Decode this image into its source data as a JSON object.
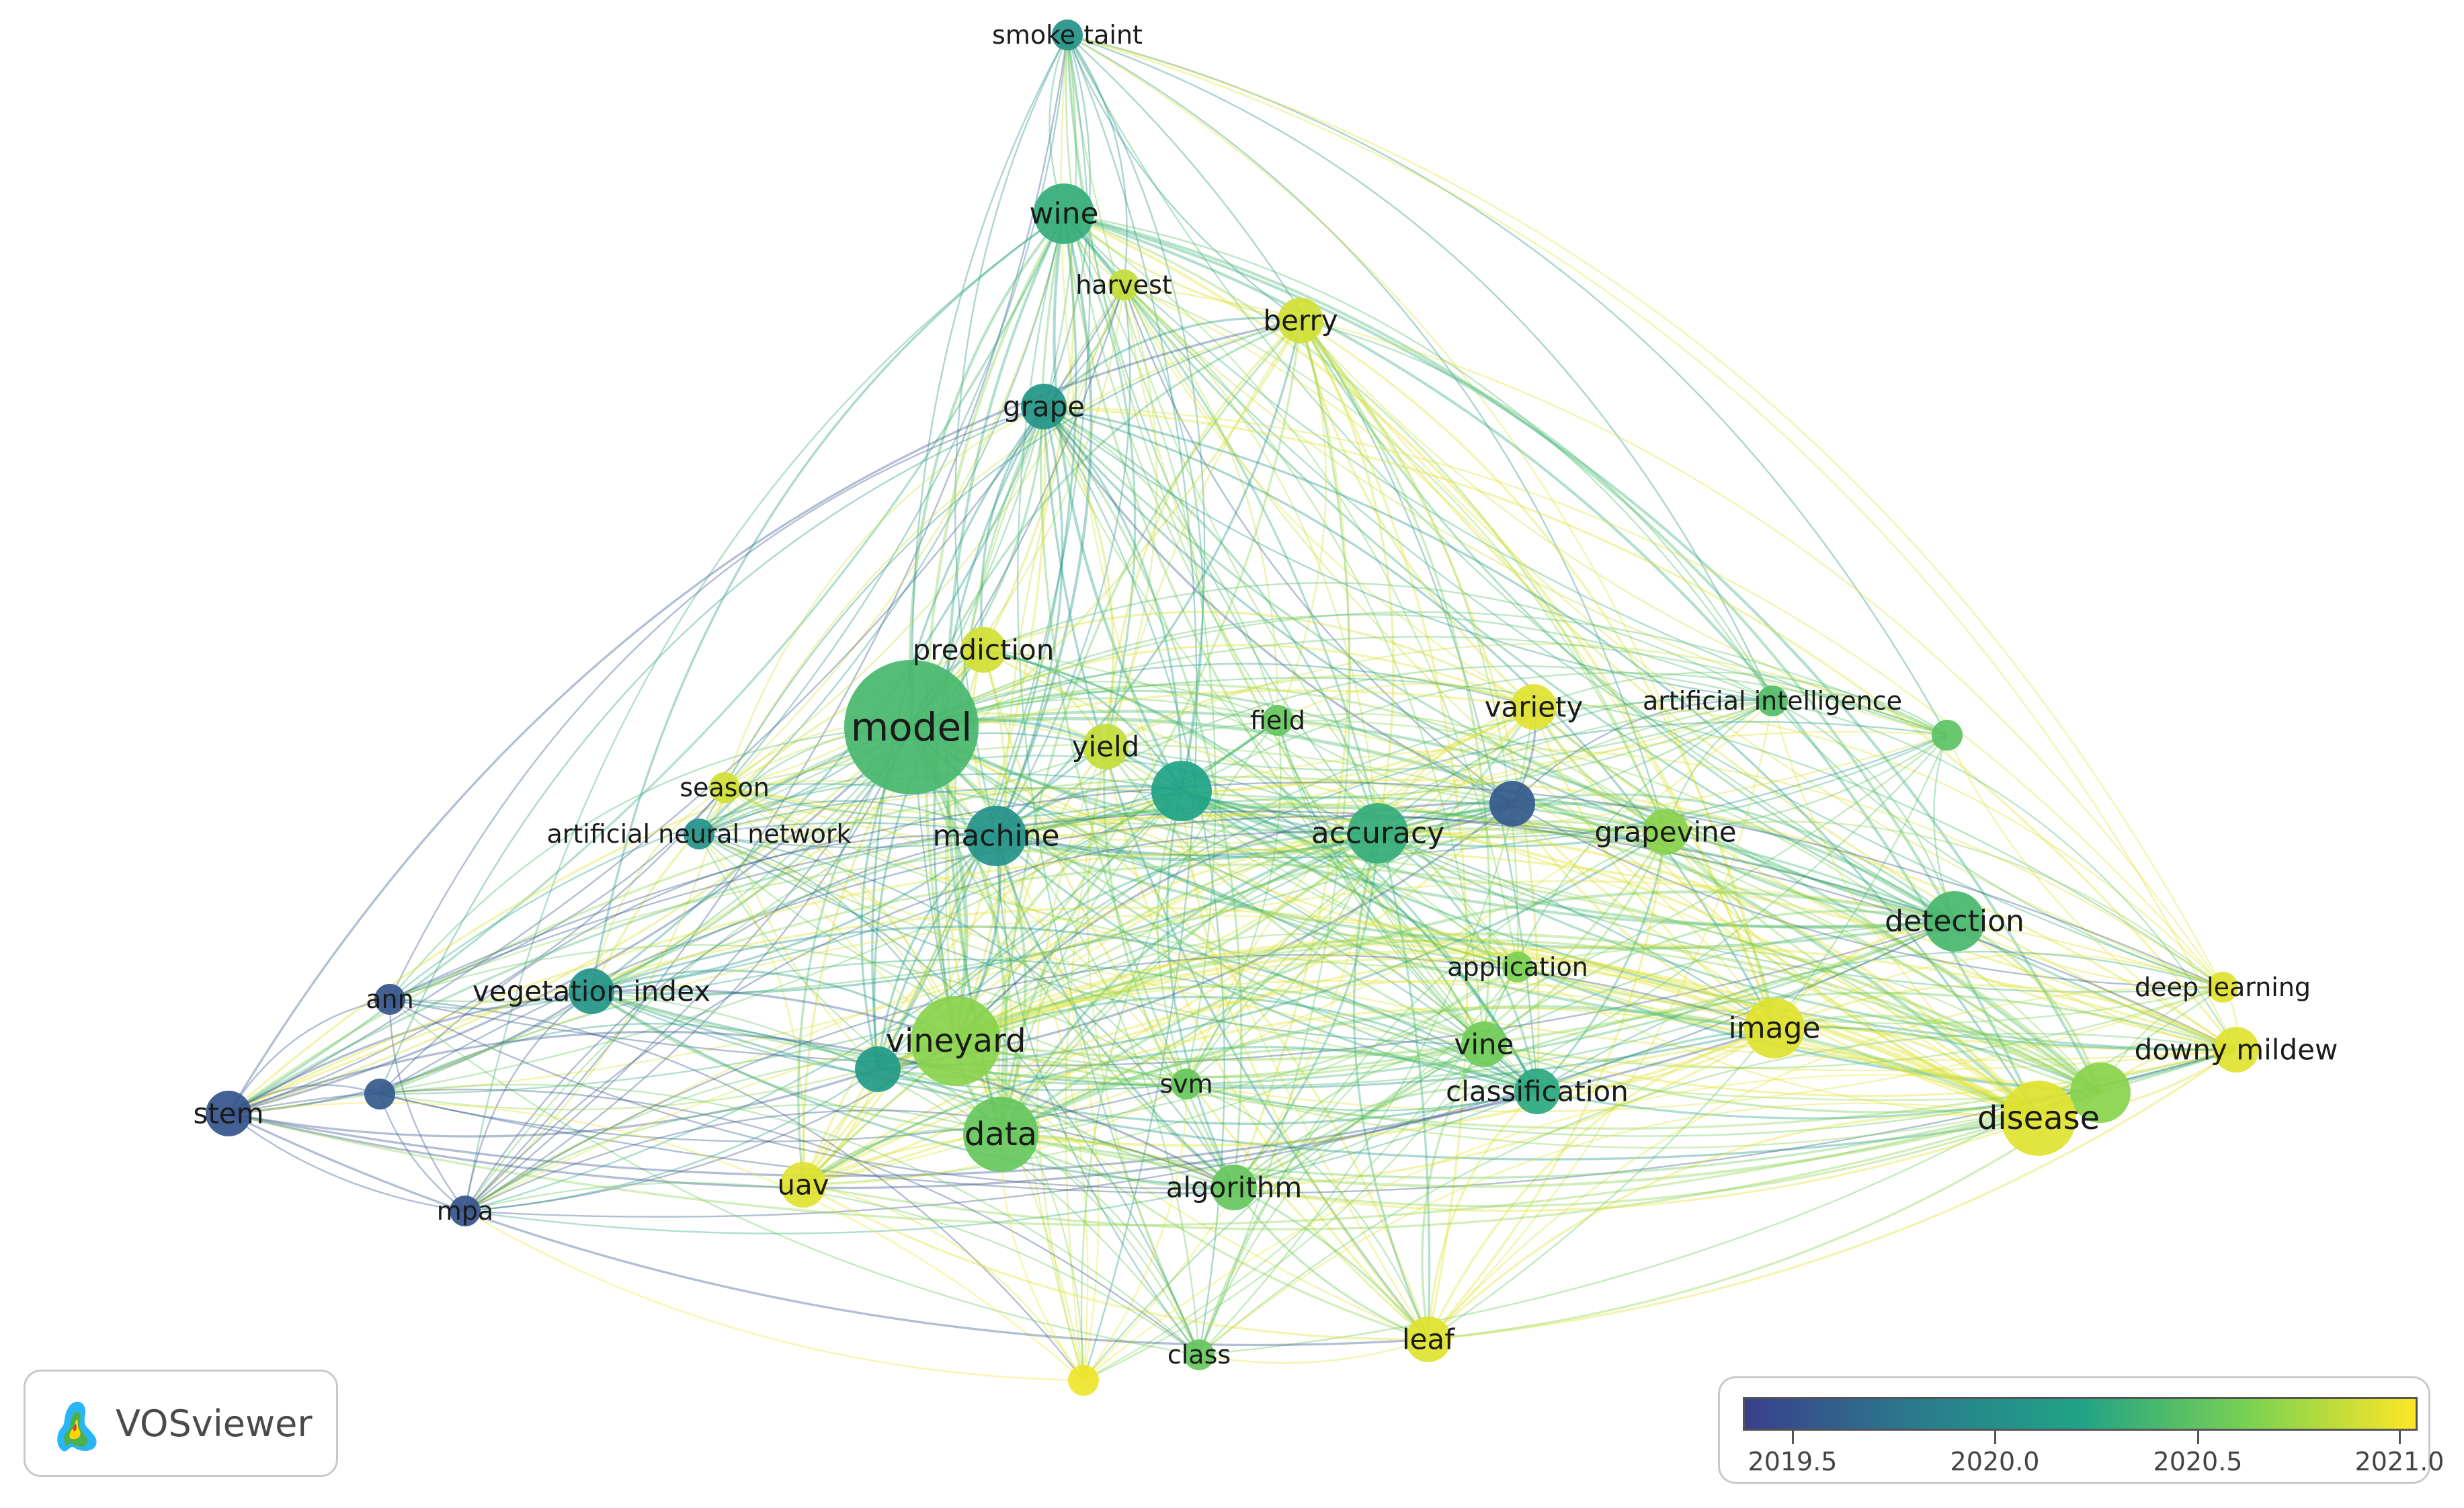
{
  "app": {
    "name": "VOSviewer"
  },
  "colors": {
    "scale": [
      "#3b3f8c",
      "#2a7a8c",
      "#20a386",
      "#7ad151",
      "#fde725"
    ],
    "edge_opacity": 0.38
  },
  "legend": {
    "ticks": [
      "2019.5",
      "2020.0",
      "2020.5",
      "2021.0"
    ],
    "min": 2019.35,
    "max": 2021.15
  },
  "nodes": [
    {
      "id": "smoke-taint",
      "label": "smoke taint",
      "year": 2020.05,
      "weight": 1
    },
    {
      "id": "wine",
      "label": "wine",
      "year": 2020.35,
      "weight": 3
    },
    {
      "id": "harvest",
      "label": "harvest",
      "year": 2020.95,
      "weight": 1
    },
    {
      "id": "berry",
      "label": "berry",
      "year": 2021.0,
      "weight": 2
    },
    {
      "id": "grape",
      "label": "grape",
      "year": 2020.1,
      "weight": 2
    },
    {
      "id": "prediction",
      "label": "prediction",
      "year": 2021.0,
      "weight": 2
    },
    {
      "id": "model",
      "label": "model",
      "year": 2020.45,
      "weight": 8
    },
    {
      "id": "yield",
      "label": "yield",
      "year": 2020.95,
      "weight": 2
    },
    {
      "id": "field",
      "label": "field",
      "year": 2020.6,
      "weight": 1
    },
    {
      "id": "unlabeled-center",
      "label": "",
      "year": 2020.25,
      "weight": 3
    },
    {
      "id": "variety",
      "label": "variety",
      "year": 2021.05,
      "weight": 2
    },
    {
      "id": "artificial-intelligence",
      "label": "artificial intelligence",
      "year": 2020.5,
      "weight": 1
    },
    {
      "id": "unlabeled-ai",
      "label": "",
      "year": 2020.55,
      "weight": 1
    },
    {
      "id": "unlabeled-purple",
      "label": "",
      "year": 2019.55,
      "weight": 2
    },
    {
      "id": "season",
      "label": "season",
      "year": 2021.0,
      "weight": 1
    },
    {
      "id": "artificial-neural-network",
      "label": "artificial neural network",
      "year": 2020.05,
      "weight": 1
    },
    {
      "id": "machine",
      "label": "machine",
      "year": 2020.05,
      "weight": 3
    },
    {
      "id": "accuracy",
      "label": "accuracy",
      "year": 2020.35,
      "weight": 3
    },
    {
      "id": "grapevine",
      "label": "grapevine",
      "year": 2020.75,
      "weight": 2
    },
    {
      "id": "detection",
      "label": "detection",
      "year": 2020.45,
      "weight": 3
    },
    {
      "id": "application",
      "label": "application",
      "year": 2020.7,
      "weight": 1
    },
    {
      "id": "vegetation-index",
      "label": "vegetation index",
      "year": 2020.1,
      "weight": 2
    },
    {
      "id": "ann",
      "label": "ann",
      "year": 2019.5,
      "weight": 1
    },
    {
      "id": "deep-learning",
      "label": "deep learning",
      "year": 2021.05,
      "weight": 1
    },
    {
      "id": "image",
      "label": "image",
      "year": 2021.05,
      "weight": 3
    },
    {
      "id": "vineyard",
      "label": "vineyard",
      "year": 2020.75,
      "weight": 5
    },
    {
      "id": "unlabeled-teal",
      "label": "",
      "year": 2020.15,
      "weight": 2
    },
    {
      "id": "vine",
      "label": "vine",
      "year": 2020.65,
      "weight": 2
    },
    {
      "id": "downy-mildew",
      "label": "downy mildew",
      "year": 2021.05,
      "weight": 2
    },
    {
      "id": "svm",
      "label": "svm",
      "year": 2020.6,
      "weight": 1
    },
    {
      "id": "classification",
      "label": "classification",
      "year": 2020.3,
      "weight": 2
    },
    {
      "id": "unlabeled-green",
      "label": "",
      "year": 2020.75,
      "weight": 3
    },
    {
      "id": "disease",
      "label": "disease",
      "year": 2021.05,
      "weight": 4
    },
    {
      "id": "unlabeled-small",
      "label": "",
      "year": 2019.55,
      "weight": 1
    },
    {
      "id": "stem",
      "label": "stem",
      "year": 2019.5,
      "weight": 2
    },
    {
      "id": "data",
      "label": "data",
      "year": 2020.6,
      "weight": 4
    },
    {
      "id": "uav",
      "label": "uav",
      "year": 2021.05,
      "weight": 2
    },
    {
      "id": "algorithm",
      "label": "algorithm",
      "year": 2020.6,
      "weight": 2
    },
    {
      "id": "mpa",
      "label": "mpa",
      "year": 2019.5,
      "weight": 1
    },
    {
      "id": "unlabeled-bottom",
      "label": "",
      "year": 2021.1,
      "weight": 1
    },
    {
      "id": "class",
      "label": "class",
      "year": 2020.6,
      "weight": 1
    },
    {
      "id": "leaf",
      "label": "leaf",
      "year": 2021.05,
      "weight": 2
    }
  ]
}
